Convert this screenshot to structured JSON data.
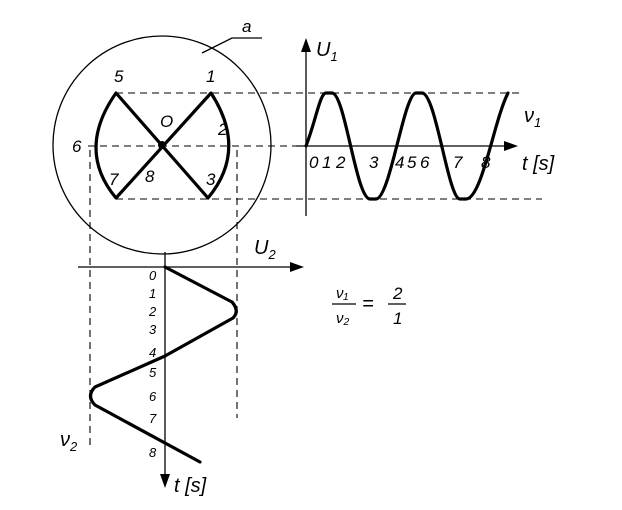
{
  "labels": {
    "a": "a",
    "u1": "U",
    "u1_sub": "1",
    "u2": "U",
    "u2_sub": "2",
    "t_axis_1": "t [s]",
    "t_axis_2": "t [s]",
    "nu1": "ν",
    "nu1_sub": "1",
    "nu2": "ν",
    "nu2_sub": "2",
    "center": "O"
  },
  "circle_points": [
    "1",
    "2",
    "3",
    "5",
    "6",
    "7",
    "8"
  ],
  "top_ticks": [
    "0",
    "1",
    "2",
    "3",
    "4",
    "5",
    "6",
    "7",
    "8"
  ],
  "side_ticks": [
    "0",
    "1",
    "2",
    "3",
    "4",
    "5",
    "6",
    "7",
    "8"
  ],
  "ratio": {
    "num_left": "ν₁",
    "den_left": "ν₂",
    "equals": "=",
    "num_right": "2",
    "den_right": "1"
  }
}
